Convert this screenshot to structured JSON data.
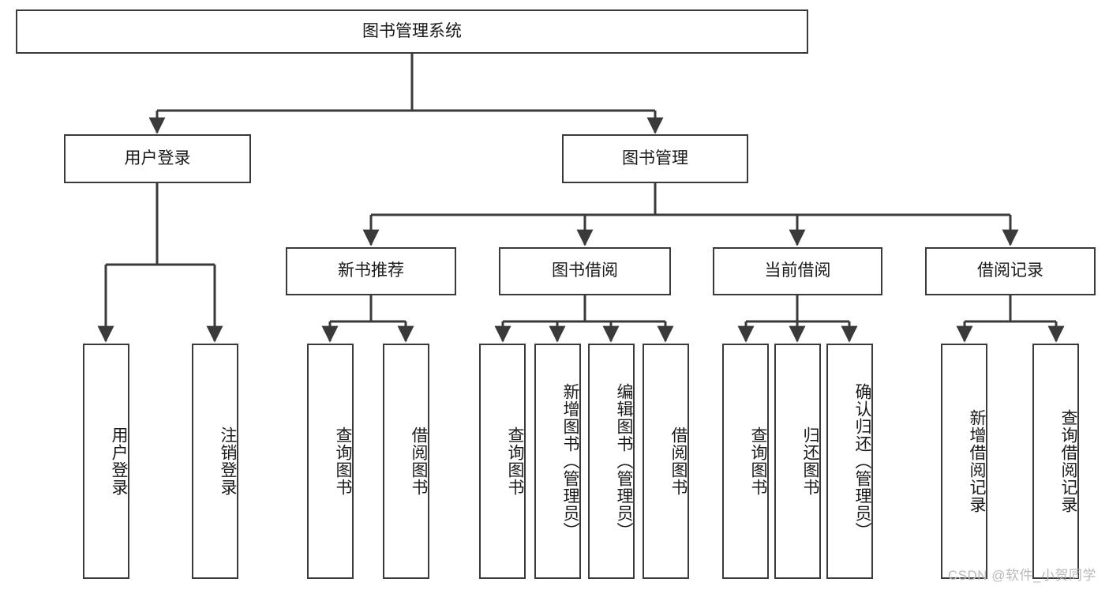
{
  "diagram": {
    "title": "图书管理系统",
    "type": "tree",
    "orientation": "top-down",
    "watermark": "CSDN @软件_小贺同学",
    "colors": {
      "box_border": "#3a3a3a",
      "box_fill": "#ffffff",
      "edge": "#3a3a3a",
      "text": "#1a1a1a",
      "watermark": "#b9b9b9",
      "background": "#ffffff"
    },
    "nodes": {
      "root": {
        "label": "图书管理系统"
      },
      "level2": [
        {
          "id": "user-login",
          "label": "用户登录"
        },
        {
          "id": "book-manage",
          "label": "图书管理"
        }
      ],
      "level3": [
        {
          "id": "new-book-recommend",
          "label": "新书推荐"
        },
        {
          "id": "book-borrow",
          "label": "图书借阅"
        },
        {
          "id": "current-borrow",
          "label": "当前借阅"
        },
        {
          "id": "borrow-record",
          "label": "借阅记录"
        }
      ],
      "leaves": {
        "user-login": [
          {
            "id": "leaf-user-login",
            "label": "用户登录"
          },
          {
            "id": "leaf-user-logout",
            "label": "注销登录"
          }
        ],
        "new-book-recommend": [
          {
            "id": "leaf-query-book-1",
            "label": "查询图书"
          },
          {
            "id": "leaf-borrow-book-1",
            "label": "借阅图书"
          }
        ],
        "book-borrow": [
          {
            "id": "leaf-query-book-2",
            "label": "查询图书"
          },
          {
            "id": "leaf-add-book",
            "label": "新增图书（管理员）"
          },
          {
            "id": "leaf-edit-book",
            "label": "编辑图书（管理员）"
          },
          {
            "id": "leaf-borrow-book-2",
            "label": "借阅图书"
          }
        ],
        "current-borrow": [
          {
            "id": "leaf-query-book-3",
            "label": "查询图书"
          },
          {
            "id": "leaf-return-book",
            "label": "归还图书"
          },
          {
            "id": "leaf-confirm-return",
            "label": "确认归还（管理员）"
          }
        ],
        "borrow-record": [
          {
            "id": "leaf-add-record",
            "label": "新增借阅记录"
          },
          {
            "id": "leaf-query-record",
            "label": "查询借阅记录"
          }
        ]
      }
    }
  }
}
